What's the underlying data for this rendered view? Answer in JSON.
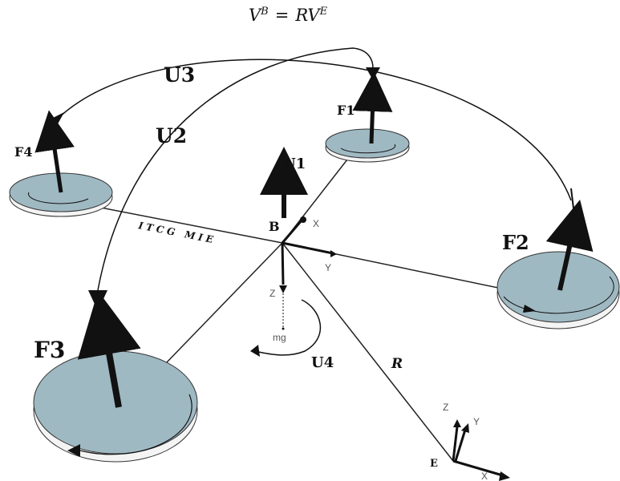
{
  "equation": {
    "lhs": "V",
    "lhs_sup": "B",
    "equals": "=",
    "rhs": "RV",
    "rhs_sup": "E"
  },
  "rotors": {
    "f1": "F1",
    "f2": "F2",
    "f3": "F3",
    "f4": "F4"
  },
  "inputs": {
    "u1": "U1",
    "u2": "U2",
    "u3": "U3",
    "u4": "U4"
  },
  "body_frame": {
    "origin": "B",
    "x": "X",
    "y": "Y",
    "z": "Z",
    "weight": "mg"
  },
  "earth_frame": {
    "origin": "E",
    "x": "X",
    "y": "Y",
    "z": "Z"
  },
  "rotation_label": "R",
  "arm_label": "ITCG MIE",
  "colors": {
    "disk": "#9fb9c3",
    "disk_edge": "#f4f4f4",
    "line": "#111111"
  }
}
